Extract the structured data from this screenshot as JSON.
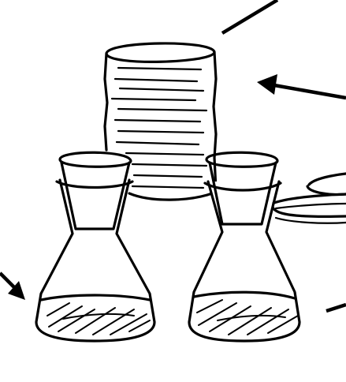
{
  "figure": {
    "style": "black ink line drawing on white",
    "objects": [
      {
        "name": "petri-dish-stack",
        "icon": "stacked-dishes"
      },
      {
        "name": "flask-left",
        "icon": "erlenmeyer-flask",
        "contents": "liquid"
      },
      {
        "name": "flask-right",
        "icon": "erlenmeyer-flask",
        "contents": "liquid"
      },
      {
        "name": "petri-dish-side",
        "icon": "petri-dish",
        "partially_visible": true
      }
    ],
    "pointers": [
      {
        "name": "pointer-top",
        "icon": "leader-line"
      },
      {
        "name": "pointer-stack",
        "icon": "arrow"
      },
      {
        "name": "pointer-left-flask",
        "icon": "arrow"
      },
      {
        "name": "pointer-right-flask",
        "icon": "leader-line"
      }
    ],
    "colors": {
      "ink": "#000000",
      "background": "#ffffff"
    }
  }
}
